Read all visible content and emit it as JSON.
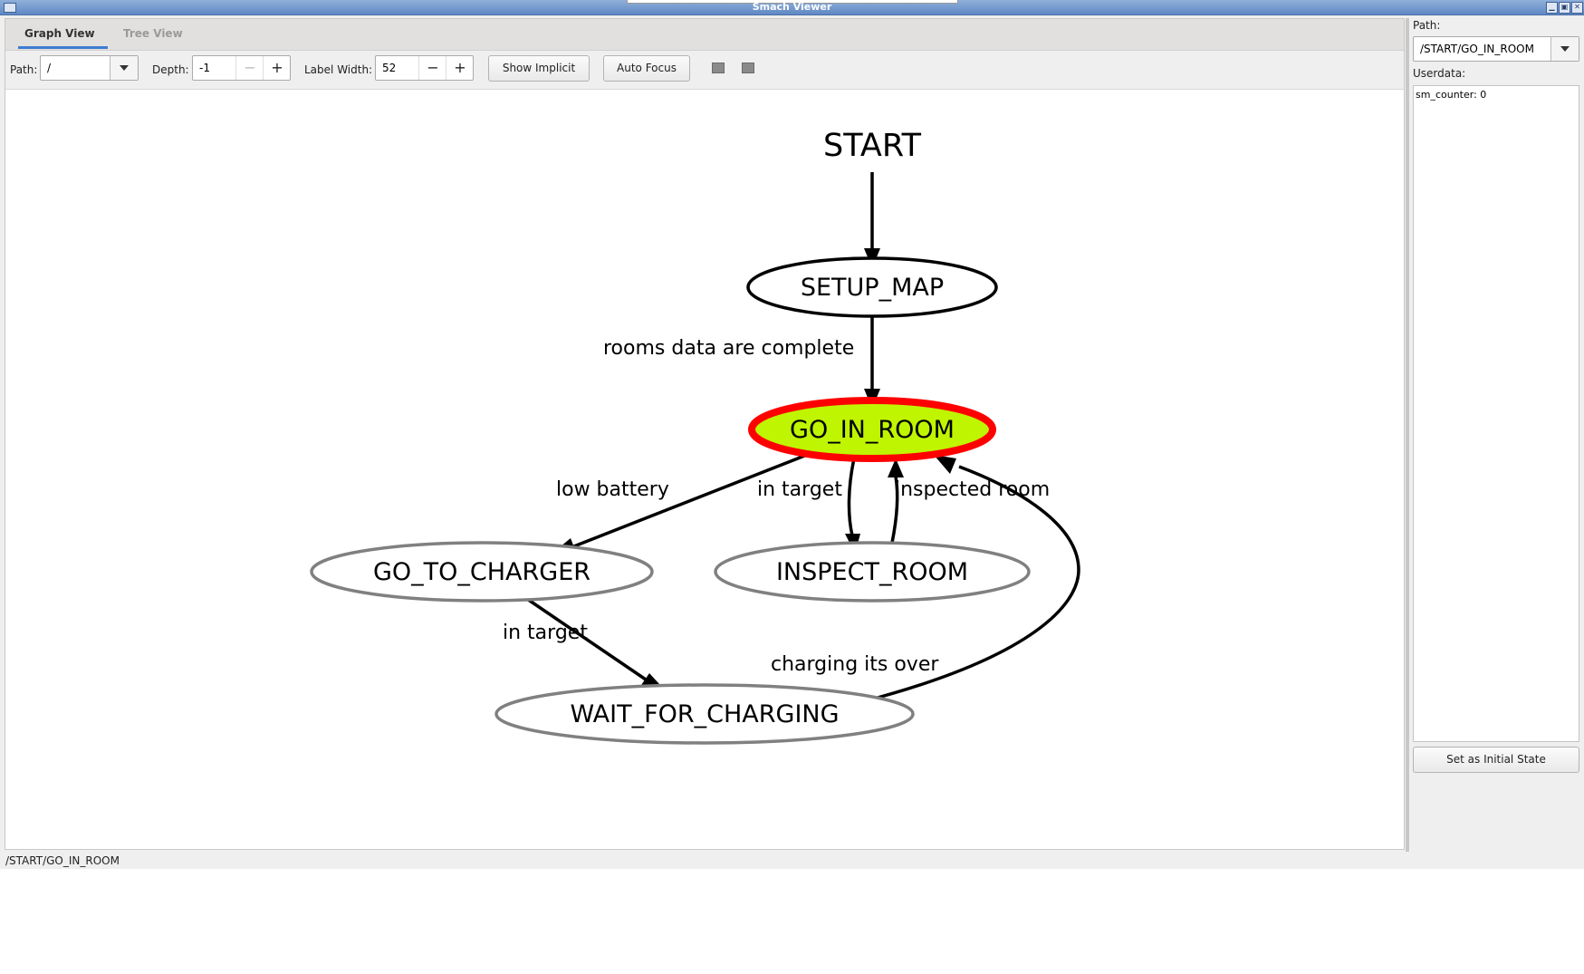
{
  "window": {
    "title": "Smach Viewer"
  },
  "tabs": [
    {
      "label": "Graph View",
      "active": true
    },
    {
      "label": "Tree View",
      "active": false
    }
  ],
  "toolbar": {
    "path_label": "Path:",
    "path_value": "/",
    "depth_label": "Depth:",
    "depth_value": "-1",
    "label_width_label": "Label Width:",
    "label_width_value": "52",
    "minus": "−",
    "plus": "+",
    "show_implicit": "Show Implicit",
    "auto_focus": "Auto Focus"
  },
  "graph": {
    "start_label": "START",
    "nodes": {
      "setup_map": "SETUP_MAP",
      "go_in_room": "GO_IN_ROOM",
      "go_to_charger": "GO_TO_CHARGER",
      "inspect_room": "INSPECT_ROOM",
      "wait_for_charging": "WAIT_FOR_CHARGING"
    },
    "edges": {
      "rooms_complete": "rooms data are complete",
      "low_battery": "low battery",
      "in_target_inspect": "in target",
      "inspected_room": "inspected room",
      "in_target_charger": "in target",
      "charging_over": "charging its over"
    },
    "active_node": "GO_IN_ROOM",
    "colors": {
      "active_fill": "#bff500",
      "active_stroke": "#ff0000",
      "visited_stroke": "#000000",
      "inactive_stroke": "#808080"
    }
  },
  "sidepanel": {
    "path_label": "Path:",
    "path_value": "/START/GO_IN_ROOM",
    "userdata_label": "Userdata:",
    "userdata": "sm_counter: 0",
    "set_initial_button": "Set as Initial State"
  },
  "statusbar": {
    "text": "/START/GO_IN_ROOM"
  }
}
